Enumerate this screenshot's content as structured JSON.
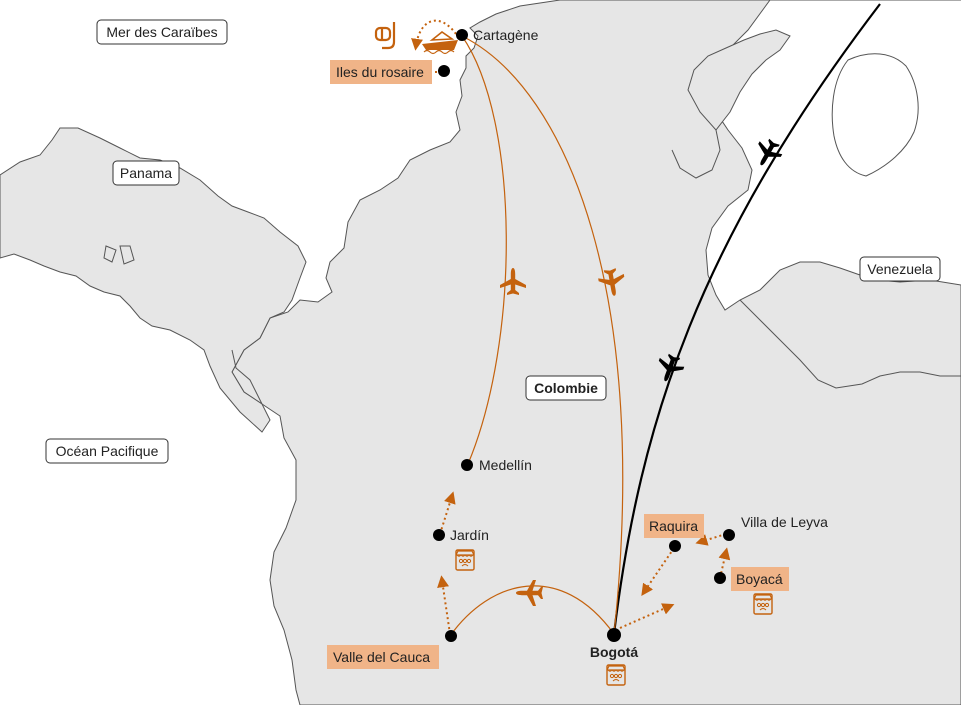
{
  "colors": {
    "land": "#e6e6e6",
    "sea": "#ffffff",
    "border": "#555555",
    "route_orange": "#c4620e",
    "highlight_fill": "#f0b488",
    "international_flight": "#000000"
  },
  "regions": [
    {
      "id": "caribbean",
      "label": "Mer des Caraïbes"
    },
    {
      "id": "panama",
      "label": "Panama"
    },
    {
      "id": "venezuela",
      "label": "Venezuela"
    },
    {
      "id": "pacific",
      "label": "Océan Pacifique"
    },
    {
      "id": "colombia",
      "label": "Colombie",
      "bold": true
    }
  ],
  "cities": [
    {
      "id": "cartagena",
      "label": "Cartagène",
      "highlight": false,
      "bold": false
    },
    {
      "id": "rosario",
      "label": "Iles du rosaire",
      "highlight": true,
      "bold": false
    },
    {
      "id": "medellin",
      "label": "Medellín",
      "highlight": false,
      "bold": false
    },
    {
      "id": "jardin",
      "label": "Jardín",
      "highlight": false,
      "bold": false
    },
    {
      "id": "valle",
      "label": "Valle del Cauca",
      "highlight": true,
      "bold": false
    },
    {
      "id": "bogota",
      "label": "Bogotá",
      "highlight": false,
      "bold": true
    },
    {
      "id": "raquira",
      "label": "Raquira",
      "highlight": true,
      "bold": false
    },
    {
      "id": "villa",
      "label": "Villa de Leyva",
      "highlight": false,
      "bold": false
    },
    {
      "id": "boyaca",
      "label": "Boyacá",
      "highlight": true,
      "bold": false
    }
  ],
  "routes": [
    {
      "from": "bogota",
      "to": "valle",
      "mode": "flight"
    },
    {
      "from": "valle",
      "to": "jardin",
      "mode": "road"
    },
    {
      "from": "jardin",
      "to": "medellin",
      "mode": "road"
    },
    {
      "from": "medellin",
      "to": "cartagena",
      "mode": "flight"
    },
    {
      "from": "cartagena",
      "to": "bogota",
      "mode": "flight"
    },
    {
      "from": "cartagena",
      "to": "rosario",
      "mode": "boat"
    },
    {
      "from": "bogota",
      "to": "boyaca",
      "mode": "road"
    },
    {
      "from": "boyaca",
      "to": "villa",
      "mode": "road"
    },
    {
      "from": "villa",
      "to": "raquira",
      "mode": "road"
    },
    {
      "from": "raquira",
      "to": "bogota",
      "mode": "road"
    },
    {
      "from": "international",
      "to": "bogota",
      "mode": "international-flight"
    }
  ],
  "icons": [
    {
      "id": "snorkel",
      "name": "snorkel-icon"
    },
    {
      "id": "boat",
      "name": "speedboat-icon"
    },
    {
      "id": "market_jardin",
      "name": "market-stall-icon"
    },
    {
      "id": "market_boyaca",
      "name": "market-stall-icon"
    },
    {
      "id": "market_bogota",
      "name": "market-stall-icon"
    }
  ]
}
